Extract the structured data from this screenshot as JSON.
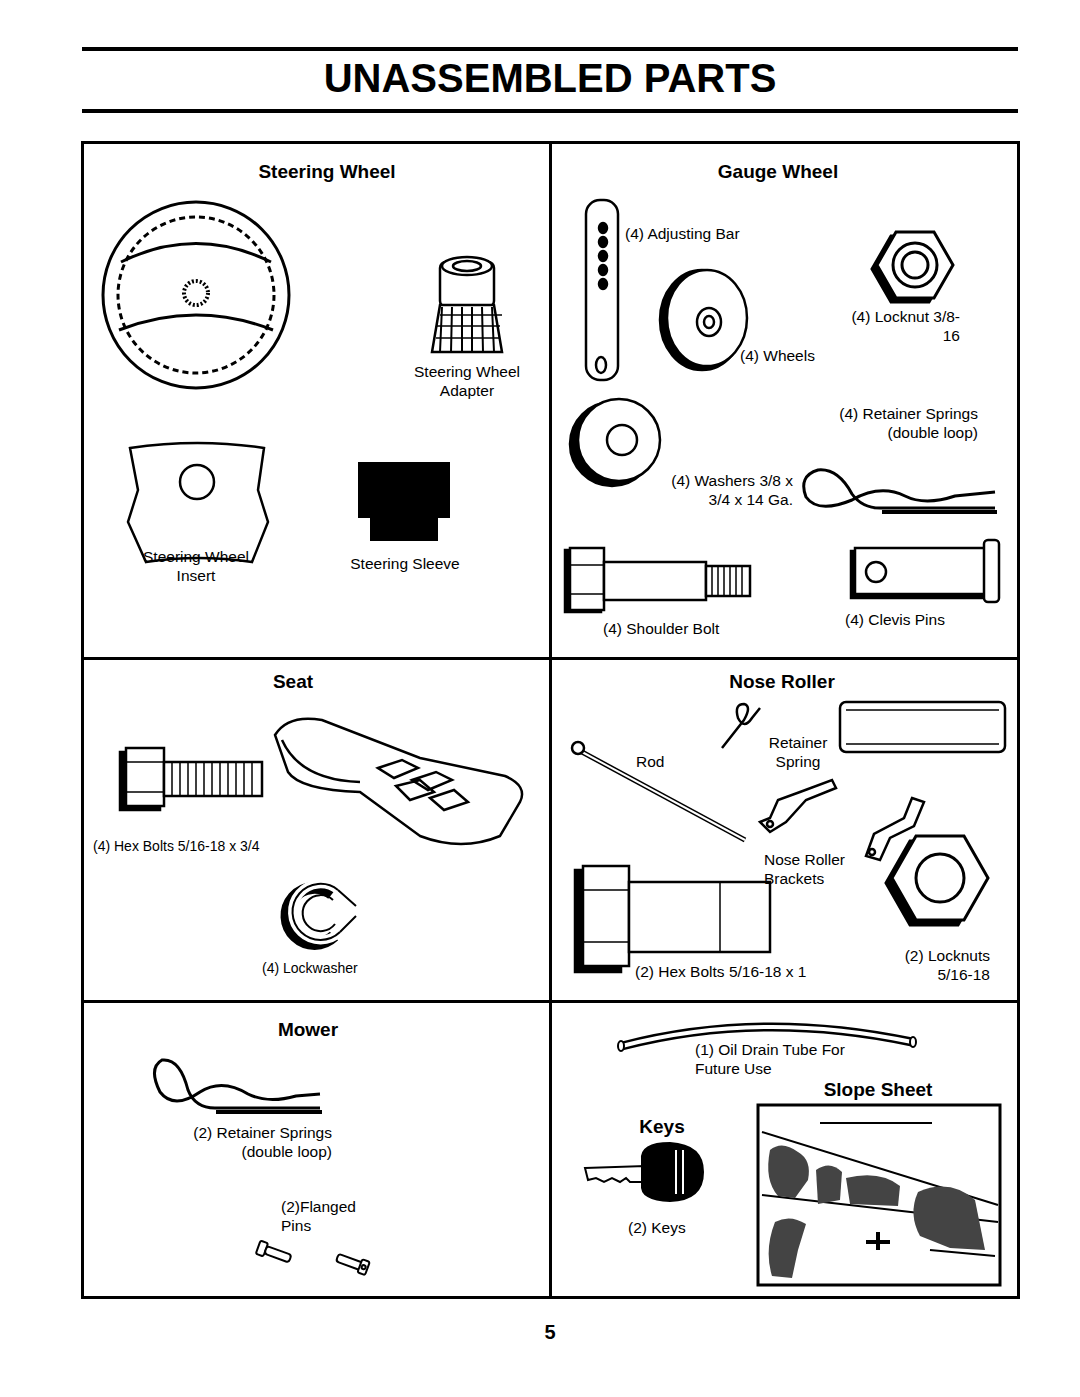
{
  "diagram": {
    "title": "UNASSEMBLED PARTS",
    "nodes": [
      {
        "text": [
          "Steering Wheel"
        ]
      },
      {
        "text": [
          "Gauge Wheel"
        ]
      },
      {
        "text": [
          "Seat"
        ]
      },
      {
        "text": [
          "Nose Roller"
        ]
      },
      {
        "text": [
          "Mower"
        ]
      },
      {
        "text": [
          "Slope Sheet",
          "Keys"
        ]
      }
    ],
    "labels": [
      "Steering Wheel Adapter",
      "Steering Wheel Insert",
      "Steering Sleeve",
      "(4) Adjusting Bar",
      "(4) Locknut 3/8-16",
      "(4) Wheels",
      "(4) Retainer Springs (double loop)",
      "(4) Washers 3/8 x 3/4 x 14 Ga.",
      "(4) Shoulder Bolt",
      "(4) Clevis Pins",
      "(4) Hex Bolts 5/16-18 x 3/4",
      "(4) Lockwasher",
      "Rod",
      "Retainer Spring",
      "Nose Roller Brackets",
      "(2) Hex Bolts 5/16-18 x 1",
      "(2) Locknuts 5/16-18",
      "(2) Retainer Springs (double loop)",
      "(2)Flanged Pins",
      "(1) Oil Drain Tube For Future Use",
      "(2) Keys",
      "5"
    ]
  }
}
